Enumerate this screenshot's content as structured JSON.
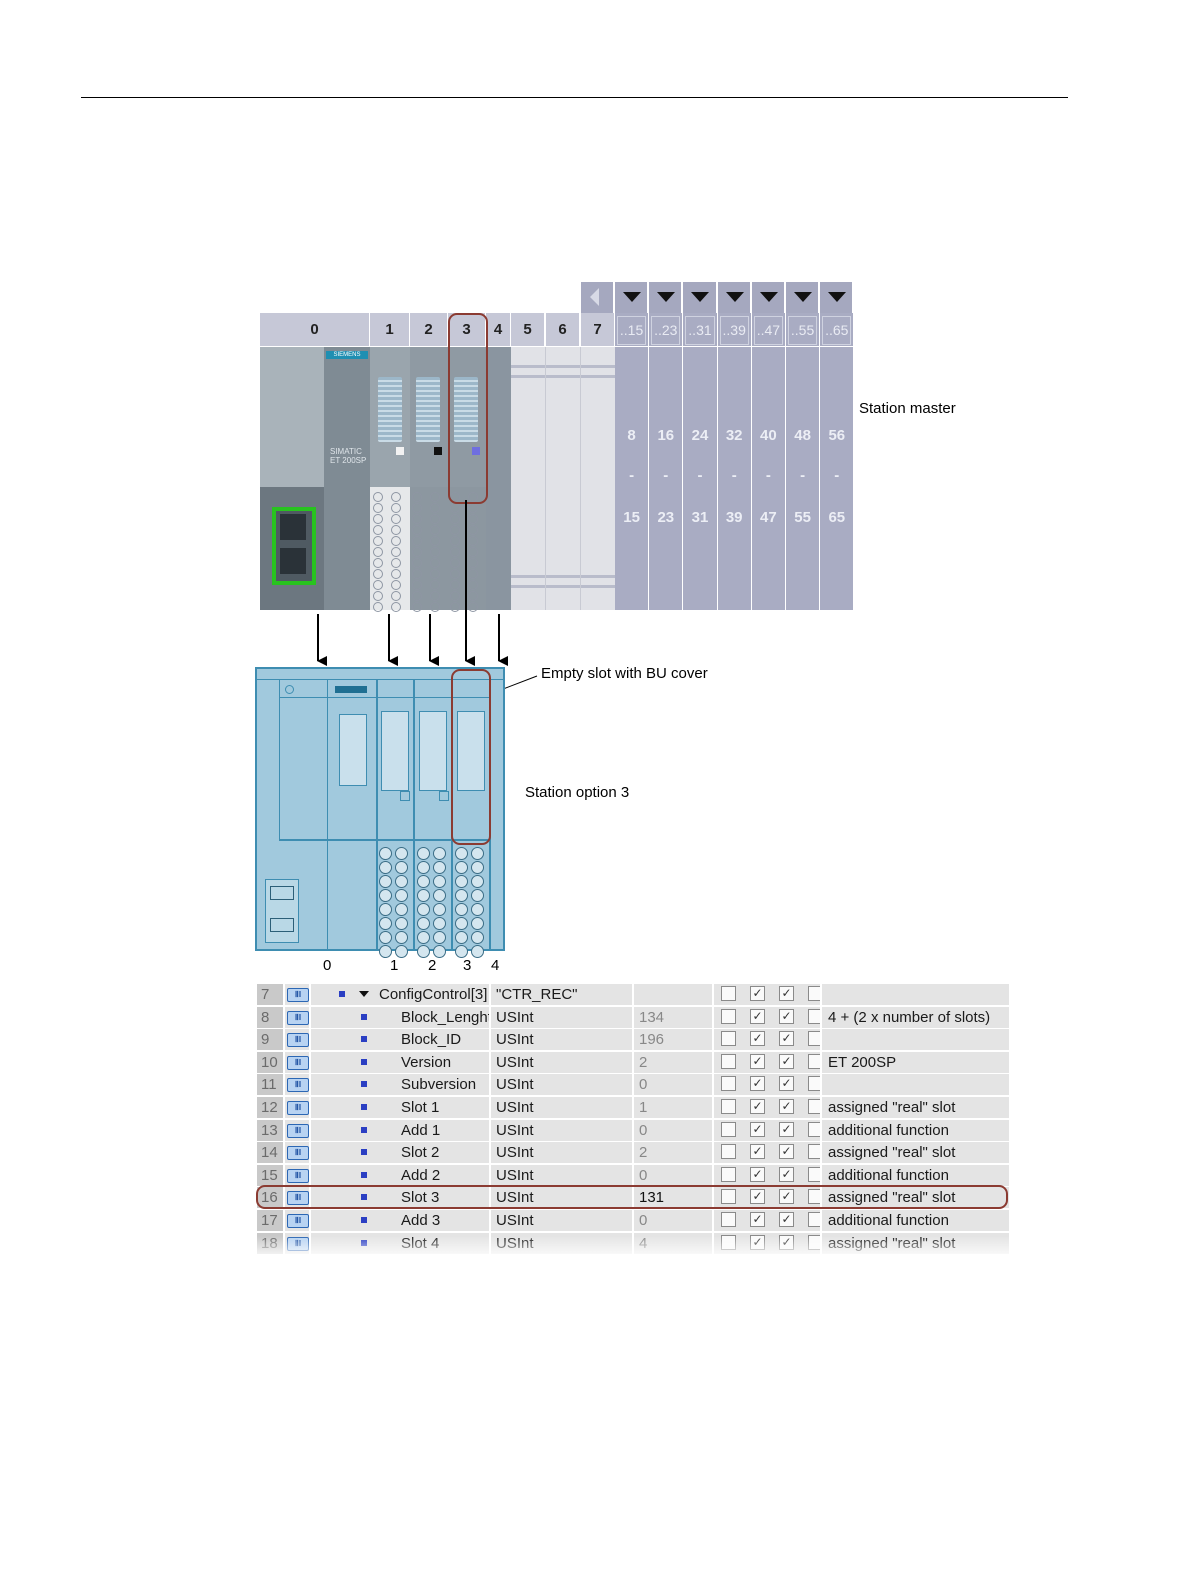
{
  "station_master": {
    "slot_headers": [
      "0",
      "1",
      "2",
      "3",
      "4",
      "5",
      "6",
      "7"
    ],
    "range_headers": [
      "..15",
      "..23",
      "..31",
      "..39",
      "..47",
      "..55",
      "..65"
    ],
    "ranges": [
      {
        "from": "8",
        "to": "15"
      },
      {
        "from": "16",
        "to": "23"
      },
      {
        "from": "24",
        "to": "31"
      },
      {
        "from": "32",
        "to": "39"
      },
      {
        "from": "40",
        "to": "47"
      },
      {
        "from": "48",
        "to": "55"
      },
      {
        "from": "56",
        "to": "65"
      }
    ],
    "range_dash": "-",
    "brand": "SIEMENS",
    "model_line1": "SIMATIC",
    "model_line2": "ET 200SP",
    "label": "Station master"
  },
  "station_option": {
    "empty_slot_label": "Empty slot with BU cover",
    "label": "Station option 3",
    "slot_numbers": [
      "0",
      "1",
      "2",
      "3",
      "4"
    ]
  },
  "table": {
    "rows": [
      {
        "no": "7",
        "name": "ConfigControl[3]",
        "type": "\"CTR_REC\"",
        "value": "",
        "comment": "",
        "level": 0,
        "expand": true,
        "checks": [
          false,
          true,
          true,
          false
        ]
      },
      {
        "no": "8",
        "name": "Block_Lenght",
        "type": "USInt",
        "value": "134",
        "comment": "4 + (2 x number of slots)",
        "level": 1,
        "checks": [
          false,
          true,
          true,
          false
        ]
      },
      {
        "no": "9",
        "name": "Block_ID",
        "type": "USInt",
        "value": "196",
        "comment": "",
        "level": 1,
        "checks": [
          false,
          true,
          true,
          false
        ]
      },
      {
        "no": "10",
        "name": "Version",
        "type": "USInt",
        "value": "2",
        "comment": "ET 200SP",
        "level": 1,
        "checks": [
          false,
          true,
          true,
          false
        ]
      },
      {
        "no": "11",
        "name": "Subversion",
        "type": "USInt",
        "value": "0",
        "comment": "",
        "level": 1,
        "checks": [
          false,
          true,
          true,
          false
        ]
      },
      {
        "no": "12",
        "name": "Slot 1",
        "type": "USInt",
        "value": "1",
        "comment": "assigned \"real\" slot",
        "level": 1,
        "checks": [
          false,
          true,
          true,
          false
        ]
      },
      {
        "no": "13",
        "name": "Add 1",
        "type": "USInt",
        "value": "0",
        "comment": "additional function",
        "level": 1,
        "checks": [
          false,
          true,
          true,
          false
        ]
      },
      {
        "no": "14",
        "name": "Slot 2",
        "type": "USInt",
        "value": "2",
        "comment": "assigned \"real\" slot",
        "level": 1,
        "checks": [
          false,
          true,
          true,
          false
        ]
      },
      {
        "no": "15",
        "name": "Add 2",
        "type": "USInt",
        "value": "0",
        "comment": "additional function",
        "level": 1,
        "checks": [
          false,
          true,
          true,
          false
        ]
      },
      {
        "no": "16",
        "name": "Slot 3",
        "type": "USInt",
        "value": "131",
        "comment": "assigned \"real\" slot",
        "level": 1,
        "highlight": true,
        "checks": [
          false,
          true,
          true,
          false
        ]
      },
      {
        "no": "17",
        "name": "Add 3",
        "type": "USInt",
        "value": "0",
        "comment": "additional function",
        "level": 1,
        "checks": [
          false,
          true,
          true,
          false
        ]
      },
      {
        "no": "18",
        "name": "Slot 4",
        "type": "USInt",
        "value": "4",
        "comment": "assigned \"real\" slot",
        "level": 1,
        "checks": [
          false,
          true,
          true,
          false
        ]
      }
    ],
    "icon_text": "ⅡI",
    "check_mark": "✓"
  },
  "colors": {
    "highlight": "#8b3b32",
    "selection_green": "#28c31f",
    "drawing_fill": "#a1c9dd",
    "drawing_line": "#3e8db1"
  }
}
